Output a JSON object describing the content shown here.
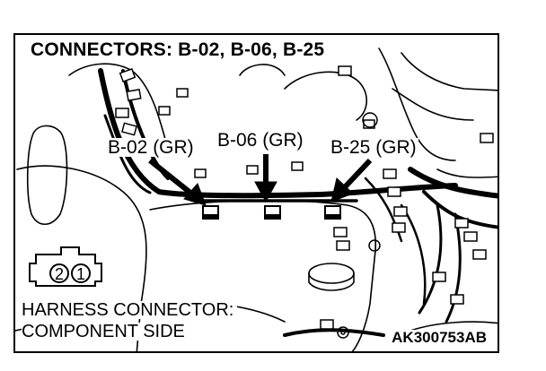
{
  "title": "CONNECTORS: B-02, B-06, B-25",
  "callouts": {
    "b02": "B-02 (GR)",
    "b06": "B-06 (GR)",
    "b25": "B-25 (GR)"
  },
  "connector_pins": [
    "2",
    "1"
  ],
  "harness_caption": {
    "line1": "HARNESS CONNECTOR:",
    "line2": "COMPONENT SIDE"
  },
  "figure_code": "AK300753AB"
}
